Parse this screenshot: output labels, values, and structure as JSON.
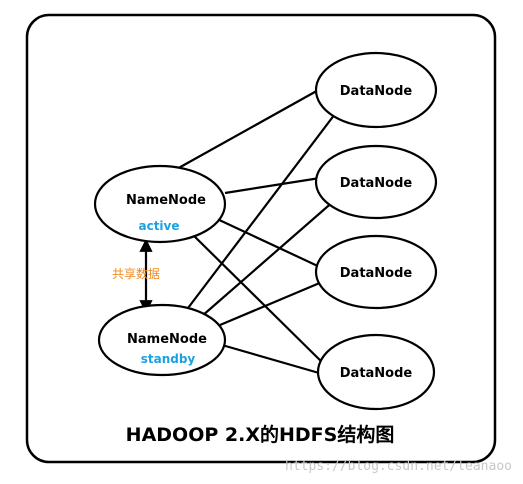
{
  "diagram": {
    "title": "HADOOP 2.X的HDFS结构图",
    "namenodes": [
      {
        "label": "NameNode",
        "status": "active"
      },
      {
        "label": "NameNode",
        "status": "standby"
      }
    ],
    "datanodes": [
      {
        "label": "DataNode"
      },
      {
        "label": "DataNode"
      },
      {
        "label": "DataNode"
      },
      {
        "label": "DataNode"
      }
    ],
    "shared_data_label": "共享数据",
    "watermark": "https://blog.csdn.net/leanaoo"
  },
  "colors": {
    "status_text": "#1ba1e2",
    "shared_text": "#f08a24",
    "stroke": "#000000",
    "watermark": "#c8c8c8"
  }
}
